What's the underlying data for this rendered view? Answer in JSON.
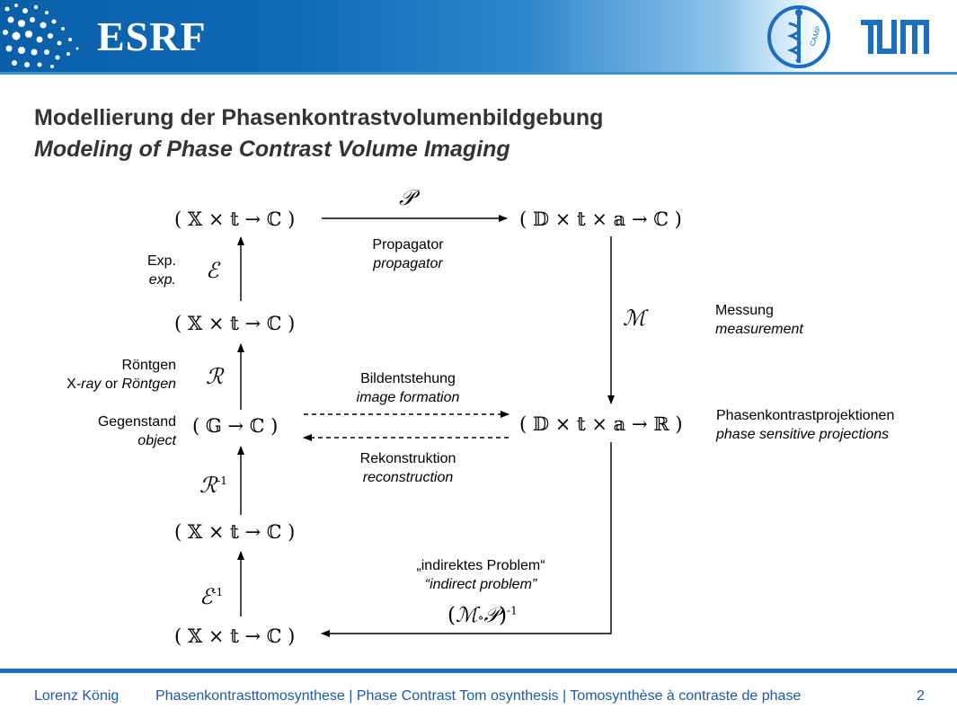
{
  "header": {
    "logo_text": "ESRF",
    "camp_logo_text": "CAMP",
    "tum_logo_text": "TUM"
  },
  "title": "Modellierung der Phasenkontrastvolumenbildgebung",
  "subtitle": "Modeling of Phase Contrast Volume Imaging",
  "diagram": {
    "nodes": {
      "top_left": "( 𝕏 × 𝕥 → ℂ )",
      "top_right": "( 𝔻 × 𝕥 × 𝕒 → ℂ )",
      "second_left": "( 𝕏 × 𝕥 → ℂ )",
      "object_node": "( 𝔾 → ℂ )",
      "middle_right": "( 𝔻 × 𝕥 × 𝕒 → ℝ )",
      "fourth_left": "( 𝕏 × 𝕥 → ℂ )",
      "bottom_left": "( 𝕏 × 𝕥 → ℂ )"
    },
    "operators": {
      "propagator": "𝒫",
      "measurement": "ℳ",
      "exp": "ℰ",
      "radon": "ℛ",
      "radon_inverse": "ℛ",
      "exp_inverse": "ℰ",
      "inverse_exponent": "-1",
      "composite_open": "(",
      "composite_m": "ℳ",
      "composite_circ": "∘",
      "composite_p": "𝒫",
      "composite_close": ")"
    },
    "labels": {
      "propagator_de": "Propagator",
      "propagator_en": "propagator",
      "exp_de": "Exp.",
      "exp_en": "exp.",
      "measurement_de": "Messung",
      "measurement_en": "measurement",
      "roentgen_de": "Röntgen",
      "roentgen_en_prefix": "X-",
      "roentgen_en_ray": "ray",
      "roentgen_en_or": " or ",
      "roentgen_en_name": "Röntgen",
      "formation_de": "Bildentstehung",
      "formation_en": "image formation",
      "object_de": "Gegenstand",
      "object_en": "object",
      "projections_de": "Phasenkontrastprojektionen",
      "projections_en": "phase sensitive projections",
      "reconstruction_de": "Rekonstruktion",
      "reconstruction_en": "reconstruction",
      "indirect_de": "„indirektes Problem“",
      "indirect_en": "“indirect problem”"
    }
  },
  "footer": {
    "author": "Lorenz König",
    "topic": "Phasenkontrasttomosynthese | Phase Contrast Tom osynthesis | Tomosynthèse à contraste de phase",
    "page": "2"
  },
  "colors": {
    "header_blue": "#0b5fa9",
    "footer_blue": "#1a6fbf",
    "footer_text": "#1a5aa8",
    "title_gray": "#333333"
  }
}
